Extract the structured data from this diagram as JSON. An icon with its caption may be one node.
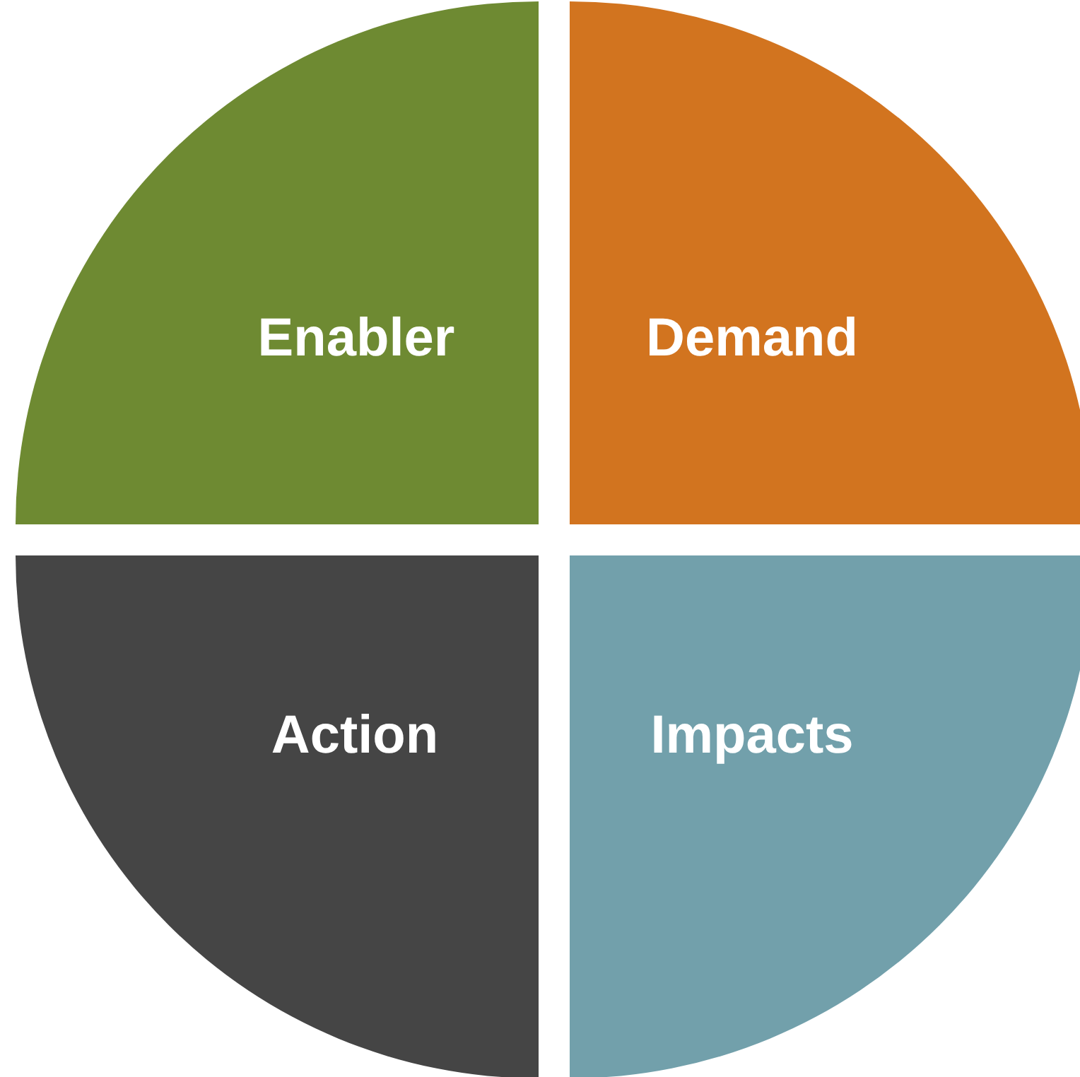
{
  "diagram": {
    "nodes": [
      {
        "text": [
          "Enabler"
        ]
      },
      {
        "text": [
          "Demand"
        ]
      },
      {
        "text": [
          "Action"
        ]
      },
      {
        "text": [
          "Impacts"
        ]
      }
    ]
  }
}
